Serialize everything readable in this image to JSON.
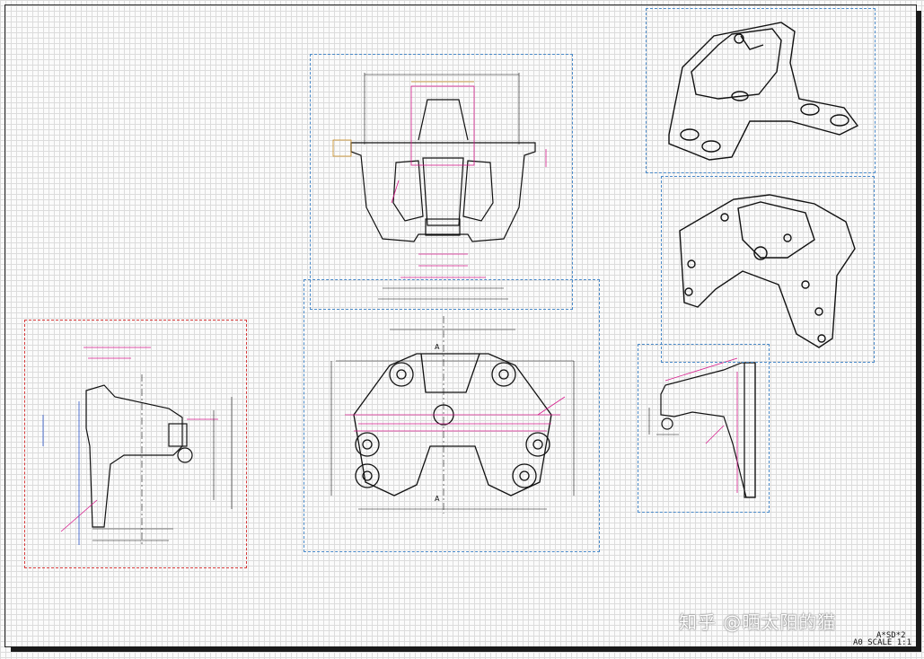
{
  "title_block": {
    "drawing_number": "A*SD*2",
    "sheet_scale": "A0 SCALE 1:1"
  },
  "watermark": {
    "text": "知乎 @晒太阳的猫"
  },
  "views": [
    {
      "id": "front-view",
      "border": "blue"
    },
    {
      "id": "top-view",
      "border": "blue"
    },
    {
      "id": "side-section-view",
      "border": "red"
    },
    {
      "id": "right-side-view",
      "border": "blue"
    },
    {
      "id": "isometric-view-1",
      "border": "blue"
    },
    {
      "id": "isometric-view-2",
      "border": "blue"
    }
  ],
  "dimension_labels": {
    "section_a": "A",
    "scale_a": "A"
  },
  "colors": {
    "grid": "#dcdcdc",
    "view_border_blue": "#4a8ac9",
    "view_border_red": "#d63b3b",
    "dimension_magenta": "#d81b8c",
    "dimension_blue": "#2a55c8",
    "dimension_orange": "#c98a1e",
    "line_black": "#111111"
  }
}
